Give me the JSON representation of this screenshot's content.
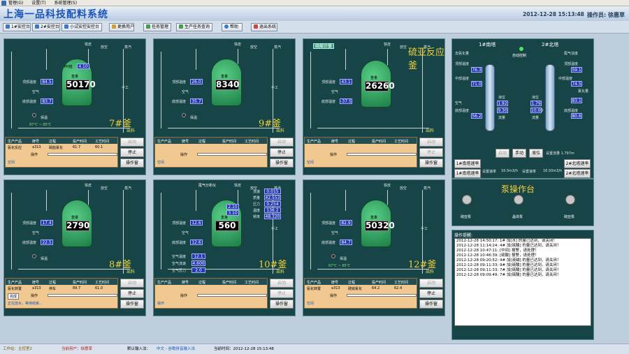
{
  "menu": [
    "管理(G)",
    "设置(T)",
    "系统管理(S)"
  ],
  "app": {
    "title": "上海一品科技配料系统",
    "datetime": "2012-12-28 15:13:48",
    "operator": "操作员: 徐惠草"
  },
  "toolbar": [
    "1#安控台",
    "2#安控台",
    "小试安控安控台",
    "更换用户",
    "任务管理",
    "生产任务查询",
    "帮助",
    "退出系统"
  ],
  "vessels": [
    {
      "name": "7#釜",
      "weight": "50170",
      "ph_label": "PH值",
      "ph": "4.10",
      "top_temp": "84.5",
      "bottom_temp": "83.7",
      "top_label": "顶部温度",
      "bottom_label": "底部温度",
      "insulation": "保温",
      "temp_range": "87℃ ~ 85℃",
      "mode": "手工",
      "row": [
        "氨化反应",
        "a313",
        "硝盐氯化",
        "61.7",
        "60.1"
      ],
      "note": "空闲",
      "btn": [
        "启动",
        "停止",
        "操作窗"
      ]
    },
    {
      "name": "9#釜",
      "weight": "8340",
      "top_temp": "26.0",
      "bottom_temp": "35.7",
      "top_label": "顶部温度",
      "bottom_label": "底部温度",
      "insulation": "保温",
      "mode": "手工",
      "row": [
        "",
        "",
        "",
        "",
        ""
      ],
      "note": "空闲",
      "btn": [
        "启动",
        "停止",
        "操作窗"
      ]
    },
    {
      "name": "硫亚反应釜",
      "weight": "26260",
      "top_temp": "43.1",
      "bottom_temp": "-37.5",
      "top_label": "顶部温度",
      "bottom_label": "底部温度",
      "tag": "硫酸计量",
      "row": [
        "",
        "",
        "",
        "",
        ""
      ],
      "note": "空闲",
      "btn": [
        "启动",
        "停止",
        "操作窗"
      ]
    },
    {
      "name": "8#釜",
      "weight": "2790",
      "top_temp": "17.4",
      "bottom_temp": "22.5",
      "top_label": "顶部温度",
      "bottom_label": "底部温度",
      "insulation": "保温",
      "row": [
        "氨化转置",
        "a313",
        "停车",
        "89.7",
        "61.0"
      ],
      "note": "正在放水，等待结束...",
      "btn": [
        "启动",
        "停止",
        "操作窗"
      ],
      "extra": "完成"
    },
    {
      "name": "10#釜",
      "weight": "560",
      "top_temp": "12.6",
      "bottom_temp": "12.6",
      "top_label": "顶部温度",
      "bottom_label": "底部温度",
      "analyzer": "尾气分析仪",
      "flows": [
        [
          "流速",
          "0.015"
        ],
        [
          "质量",
          "42.553"
        ],
        [
          "压力",
          "0.254"
        ],
        [
          "温度",
          "136.2"
        ],
        [
          "频率",
          "48.320"
        ]
      ],
      "air": [
        [
          "空气温度",
          "12.1"
        ],
        [
          "空气流速",
          "4.600"
        ],
        [
          "空气压力",
          "2.0"
        ]
      ],
      "sp1": "2.10",
      "sp2": "3.10",
      "mode": "手工",
      "row": [
        "",
        "",
        "",
        "",
        ""
      ],
      "note": "操作",
      "btn": [
        "启动",
        "停止",
        "操作窗"
      ]
    },
    {
      "name": "12#釜",
      "weight": "50320",
      "top_temp": "82.9",
      "bottom_temp": "84.7",
      "top_label": "顶部温度",
      "bottom_label": "底部温度",
      "insulation": "保温",
      "temp_range": "87℃ ~ 85℃",
      "mode": "手工",
      "row": [
        "氨化转置",
        "a313",
        "硫铵氯化",
        "64.2",
        "62.4"
      ],
      "note": "空闲",
      "btn": [
        "启动",
        "停止",
        "操作窗"
      ]
    }
  ],
  "table_headers": [
    "生产产品",
    "牌号",
    "过程",
    "投产时间",
    "工艺时间"
  ],
  "towers": {
    "t1": "1#南塔",
    "t2": "2#北塔",
    "auto": "自动控制",
    "t1_vals": {
      "top": "76.3",
      "mid": "71.0",
      "bot": "56.2",
      "lvl": "1.92",
      "flow": "9.30"
    },
    "t2_vals": {
      "top": "59.1",
      "mid": "74.5",
      "bot": "80.6",
      "lvl": "1.79",
      "flow": "10.00",
      "extra": "83.1"
    },
    "t1_labels": [
      "去氨化量",
      "顶部温度",
      "中部温度",
      "空气",
      "底部温度",
      "液位",
      "流量"
    ],
    "t2_labels": [
      "尾气浓度",
      "顶部温度",
      "中部温度",
      "氯化量",
      "底部温度",
      "液位",
      "流量"
    ],
    "btns": [
      "启动",
      "手动",
      "液位"
    ],
    "setpoint": "设置流量 1.797m",
    "row1": [
      "1#南塔速率",
      "设置速率",
      "16.5m3/h",
      "设置速率",
      "16.50m3/h",
      "2#北塔速率"
    ]
  },
  "pumps": {
    "title": "泵操作台",
    "items": [
      "硫亚泵",
      "晶体泵",
      "硫亚泵"
    ]
  },
  "log": {
    "title": "操作提醒:",
    "lines": [
      "2012-12-28 14:50:17: 1# 加[水] 的量已达到，请关闭！",
      "2012-12-28 11:14:24: 4# 加[硫酸] 的量已达到，请关闭！",
      "2012-12-28 10:47:11: [中间] 报警，请处理！",
      "2012-12-28 10:46:39: [硫酸]  报警，请处理！",
      "2012-12-28 09:20:52: 4# 加[液碱] 的量已达到，请关闭！",
      "2012-12-28 09:11:33: 9# 加[硫酸] 的量已达到，请关闭！",
      "2012-12-28 09:11:33: 7# 加[硫酸] 的量已达到，请关闭！",
      "2012-12-28 09:09:49: 7# 加[硫酸] 的量已达到，请关闭！"
    ]
  },
  "status": {
    "station": "工作站：主控室2",
    "user": "当前用户：徐惠草",
    "ime_label": "默认输入法：",
    "ime": "中文 - 谷歌拼音输入法",
    "time": "当前时间：2012-12-28 15:13:48"
  },
  "common": {
    "out": "出料",
    "blow": "放空",
    "air": "空气",
    "steam": "蒸汽",
    "iron": "铁皮",
    "weigh": "重量",
    "op": "操作",
    "idle": "空闲"
  }
}
